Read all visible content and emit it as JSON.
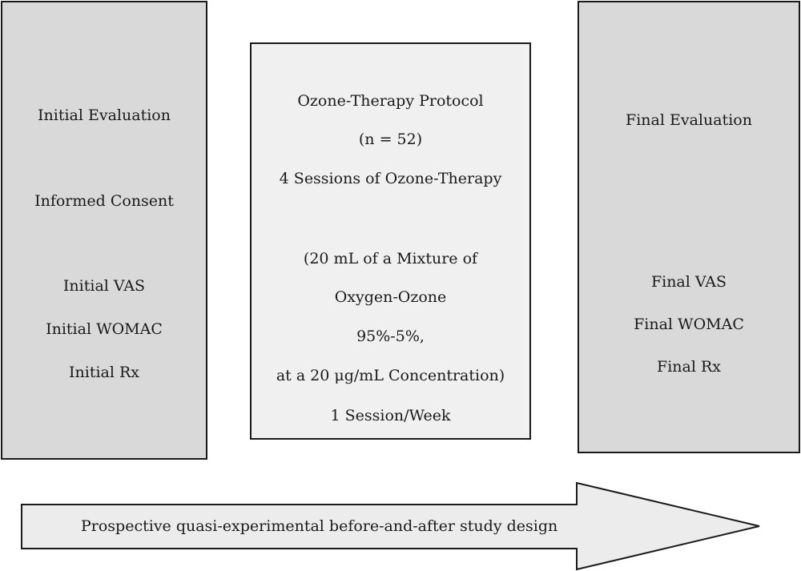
{
  "left_box": {
    "title": "Initial Evaluation",
    "consent": "Informed Consent",
    "items": [
      "Initial VAS",
      "Initial WOMAC",
      "Initial Rx"
    ]
  },
  "middle_box": {
    "title": "Ozone-Therapy Protocol",
    "n": "(n = 52)",
    "sessions": "4 Sessions of Ozone-Therapy",
    "mixture_lines": [
      "(20 mL of a Mixture of",
      "Oxygen-Ozone",
      "95%-5%,",
      "at a 20 μg/mL Concentration)"
    ],
    "frequency": "1 Session/Week"
  },
  "right_box": {
    "title": "Final Evaluation",
    "items": [
      "Final VAS",
      "Final WOMAC",
      "Final Rx"
    ]
  },
  "arrow": {
    "label": "Prospective quasi-experimental before-and-after study design"
  },
  "colors": {
    "outer_boxes": "#d9d9d9",
    "middle_box": "#f0f0f0",
    "arrow_fill": "#ececec",
    "stroke": "#1a1a1a"
  }
}
